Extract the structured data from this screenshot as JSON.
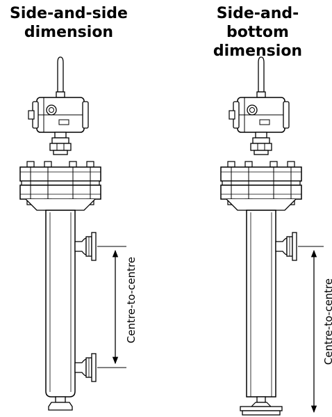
{
  "left_panel": {
    "title_line1": "Side-and-side",
    "title_line2": "dimension",
    "dimension_label": "Centre-to-centre"
  },
  "right_panel": {
    "title_line1": "Side-and-bottom",
    "title_line2": "dimension",
    "dimension_label": "Centre-to-centre"
  },
  "colors": {
    "line": "#000000",
    "background": "#ffffff"
  }
}
